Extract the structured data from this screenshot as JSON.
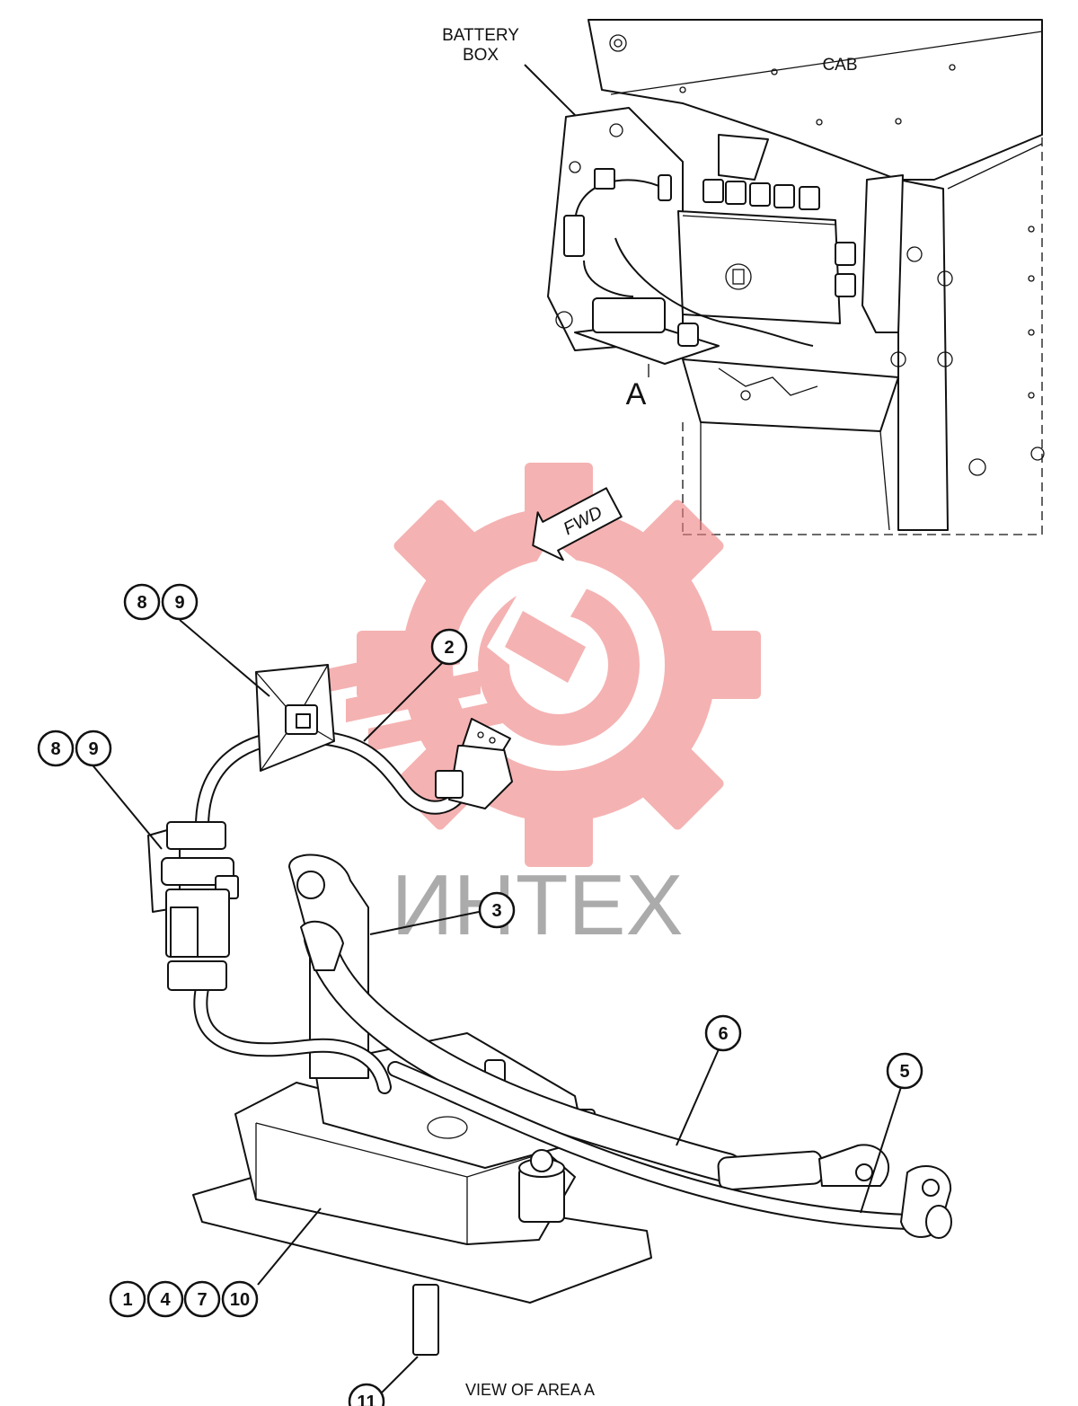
{
  "labels": {
    "battery_box_line1": "BATTERY",
    "battery_box_line2": "BOX",
    "cab": "CAB",
    "area_letter": "A",
    "fwd": "FWD",
    "view_caption": "VIEW OF AREA A"
  },
  "watermark": {
    "text": "ИНТЕХ",
    "color": "#f08080"
  },
  "callouts": [
    {
      "id": "c8a",
      "label": "8"
    },
    {
      "id": "c9a",
      "label": "9"
    },
    {
      "id": "c8b",
      "label": "8"
    },
    {
      "id": "c9b",
      "label": "9"
    },
    {
      "id": "c2",
      "label": "2"
    },
    {
      "id": "c3",
      "label": "3"
    },
    {
      "id": "c6",
      "label": "6"
    },
    {
      "id": "c5",
      "label": "5"
    },
    {
      "id": "c1",
      "label": "1"
    },
    {
      "id": "c4",
      "label": "4"
    },
    {
      "id": "c7",
      "label": "7"
    },
    {
      "id": "c10",
      "label": "10"
    },
    {
      "id": "c11",
      "label": "11"
    }
  ]
}
